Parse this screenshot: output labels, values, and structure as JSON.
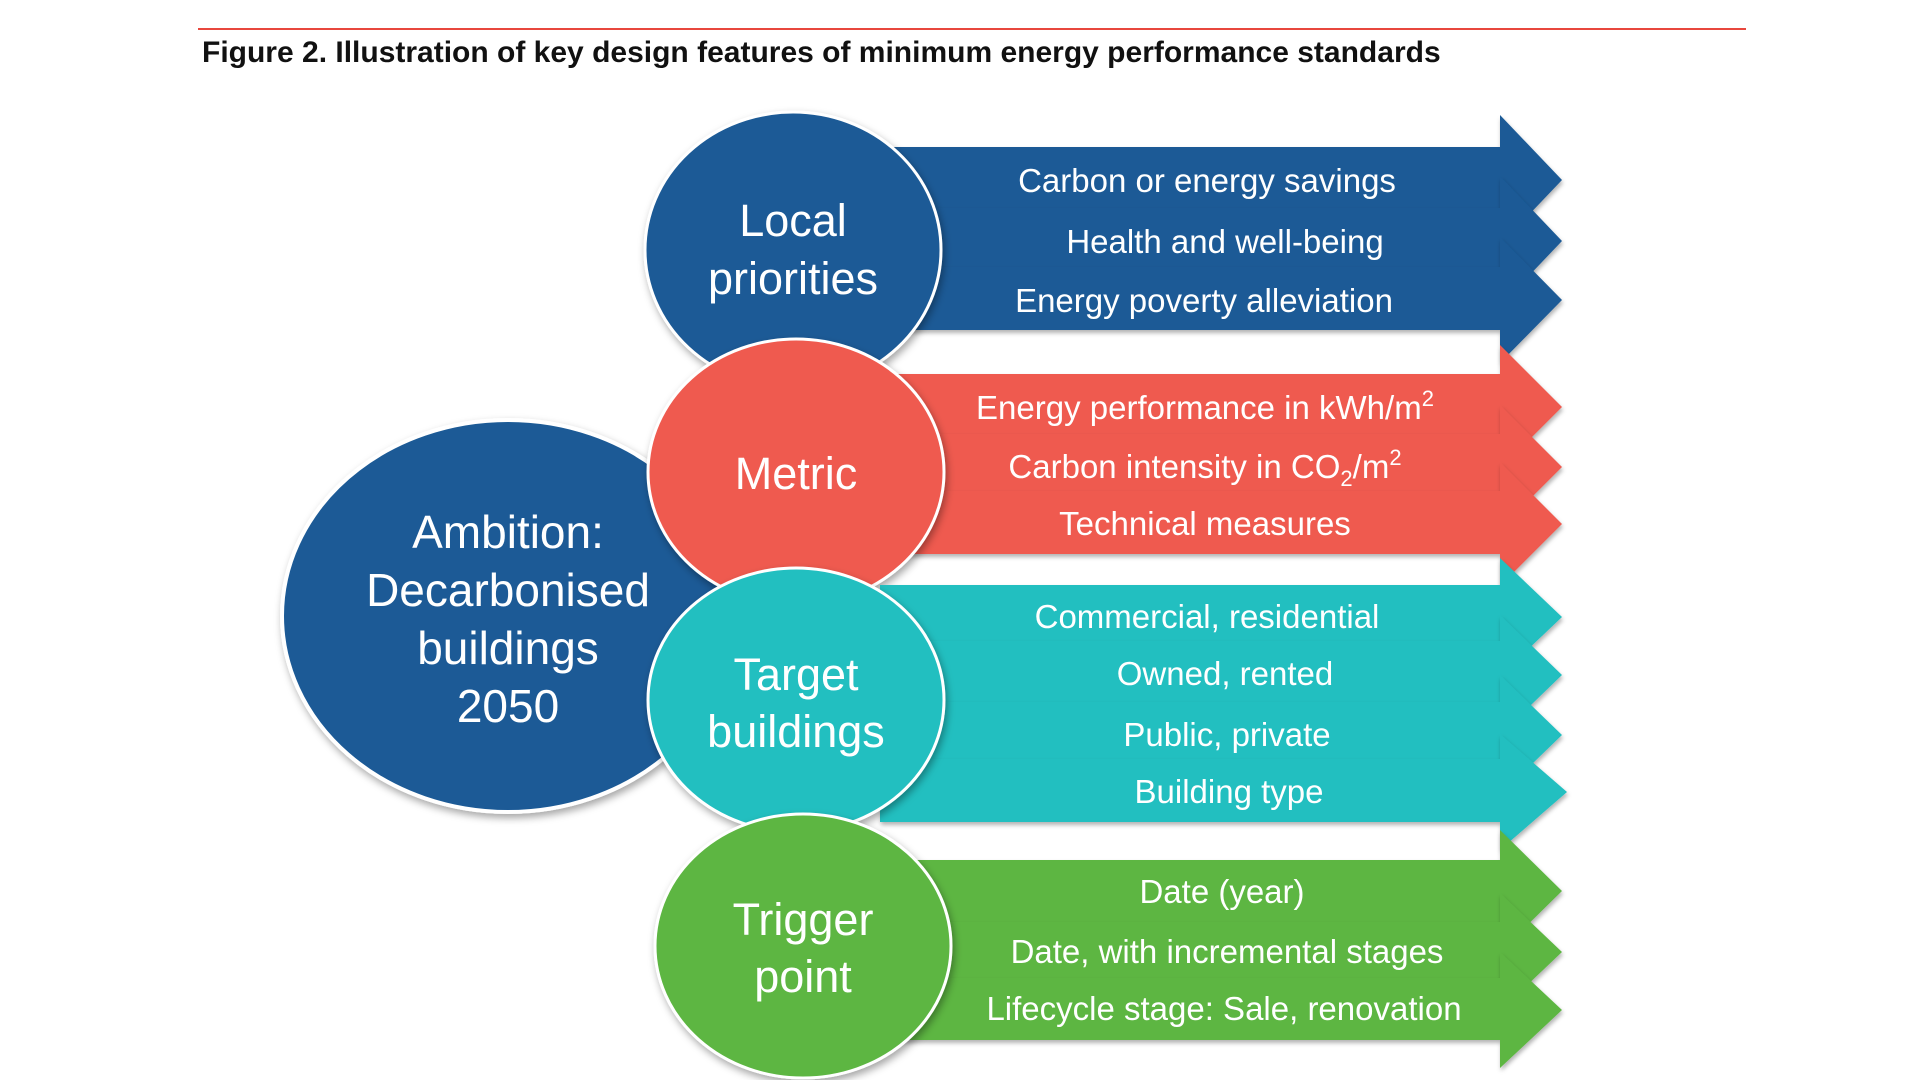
{
  "figure": {
    "title": "Figure 2. Illustration of key design features of minimum energy performance standards"
  },
  "ambition": {
    "lines": [
      "Ambition:",
      "Decarbonised",
      "buildings",
      "2050"
    ],
    "color": "#1a5a96"
  },
  "groups": [
    {
      "title_lines": [
        "Local",
        "priorities"
      ],
      "color": "#1a5a96",
      "items": [
        "Carbon or energy savings",
        "Health and well-being",
        "Energy poverty alleviation"
      ]
    },
    {
      "title_lines": [
        "Metric"
      ],
      "color": "#ef5a4f",
      "items": [
        {
          "text": "Energy performance in kWh/m",
          "sup": "2"
        },
        {
          "text": "Carbon intensity in CO",
          "sub": "2",
          "after": "/m",
          "sup": "2"
        },
        {
          "text": "Technical measures"
        }
      ]
    },
    {
      "title_lines": [
        "Target",
        "buildings"
      ],
      "color": "#22bfc0",
      "items": [
        "Commercial, residential",
        "Owned, rented",
        "Public, private",
        "Building type"
      ]
    },
    {
      "title_lines": [
        "Trigger",
        "point"
      ],
      "color": "#5db642",
      "items": [
        "Date (year)",
        "Date, with incremental stages",
        "Lifecycle stage: Sale, renovation"
      ]
    }
  ],
  "colors": {
    "rule": "#e8473d",
    "blue": "#1a5a96",
    "red": "#ef5a4f",
    "teal": "#22bfc0",
    "green": "#5db642"
  }
}
